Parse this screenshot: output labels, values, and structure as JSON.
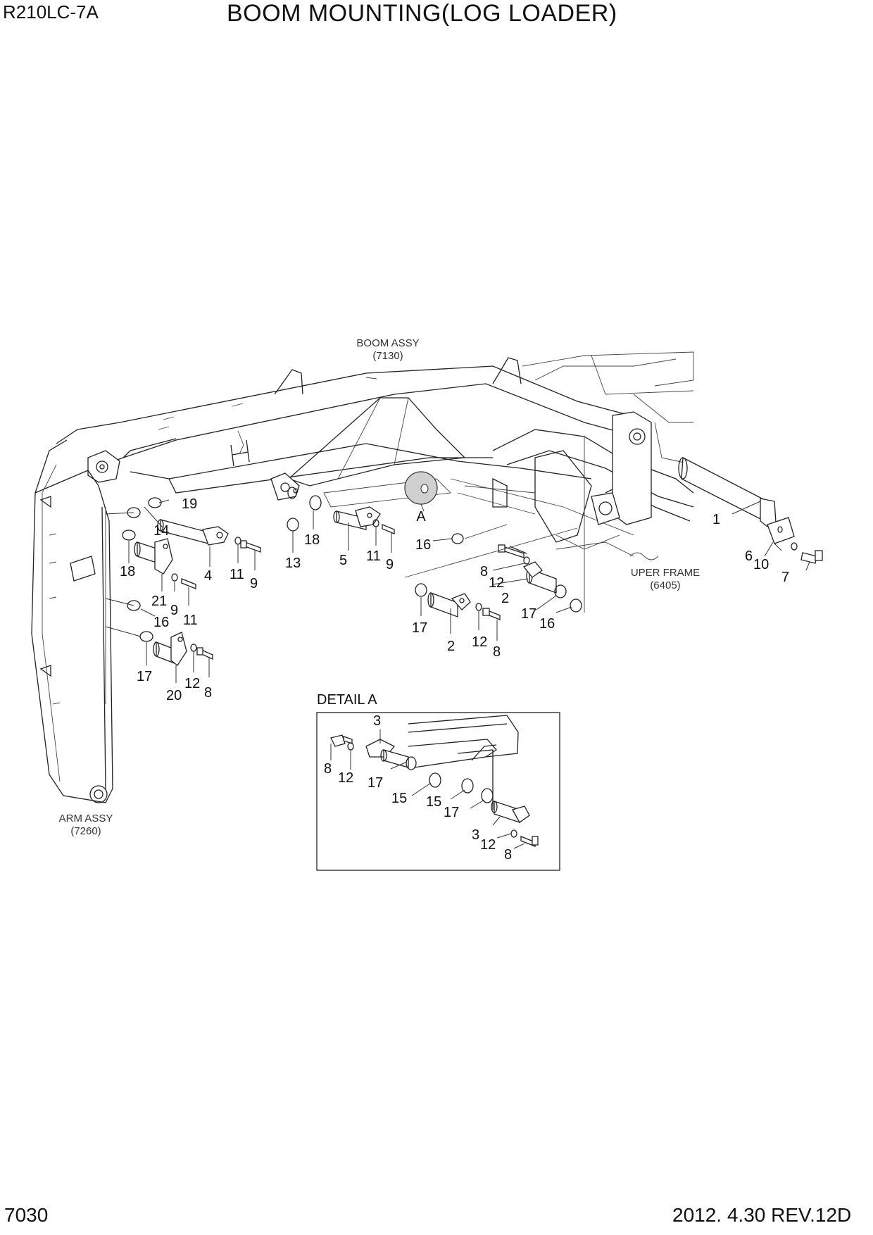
{
  "header": {
    "model": "R210LC-7A",
    "title": "BOOM MOUNTING(LOG LOADER)"
  },
  "footer": {
    "page_number": "7030",
    "revision": "2012. 4.30  REV.12D"
  },
  "references": {
    "boom_assy": {
      "name": "BOOM ASSY",
      "code": "(7130)"
    },
    "arm_assy": {
      "name": "ARM ASSY",
      "code": "(7260)"
    },
    "upper_frame": {
      "name": "UPER FRAME",
      "code": "(6405)"
    },
    "detail_marker": "A"
  },
  "detail": {
    "title": "DETAIL A"
  },
  "part_labels": {
    "p19": "19",
    "p14": "14",
    "p18a": "18",
    "p4": "4",
    "p11a": "11",
    "p9a": "9",
    "p21": "21",
    "p9b": "9",
    "p11b": "11",
    "p16a": "16",
    "p17a": "17",
    "p20": "20",
    "p12a": "12",
    "p8a": "8",
    "p13": "13",
    "p18b": "18",
    "p5": "5",
    "p11c": "11",
    "p9c": "9",
    "p16b": "16",
    "p8b": "8",
    "p12b": "12",
    "p2a": "2",
    "p17b": "17",
    "p16c": "16",
    "p17c": "17",
    "p2b": "2",
    "p12c": "12",
    "p8c": "8",
    "p1": "1",
    "p6": "6",
    "p10": "10",
    "p7": "7",
    "d3a": "3",
    "d8a": "8",
    "d12a": "12",
    "d17a": "17",
    "d15a": "15",
    "d15b": "15",
    "d17b": "17",
    "d3b": "3",
    "d12b": "12",
    "d8b": "8"
  }
}
